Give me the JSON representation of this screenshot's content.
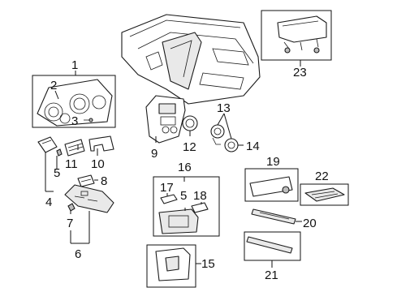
{
  "callouts": {
    "c1": "1",
    "c2": "2",
    "c3": "3",
    "c4": "4",
    "c5a": "5",
    "c5b": "5",
    "c6": "6",
    "c7": "7",
    "c8": "8",
    "c9": "9",
    "c10": "10",
    "c11": "11",
    "c12": "12",
    "c13": "13",
    "c14": "14",
    "c15": "15",
    "c16": "16",
    "c17": "17",
    "c18": "18",
    "c19": "19",
    "c20": "20",
    "c21": "21",
    "c22": "22",
    "c23": "23"
  },
  "colors": {
    "line": "#1a1a1a",
    "background": "#ffffff",
    "shade": "#e9e9e9"
  }
}
